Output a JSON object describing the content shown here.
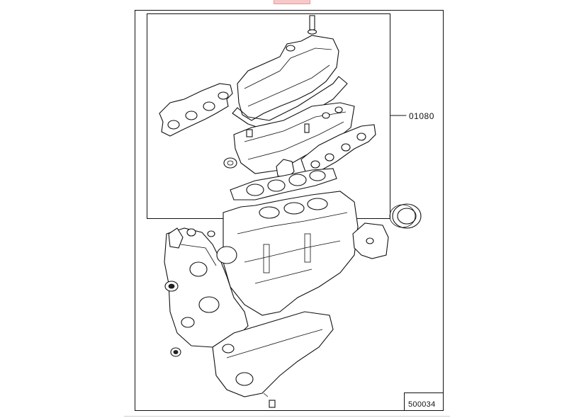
{
  "diagram": {
    "callout_part_number": "01080",
    "reference_number": "500034"
  },
  "colors": {
    "line": "#111111",
    "background": "#ffffff",
    "tab_highlight": "#f6c9c9"
  },
  "icons": [
    "gasket-kit-illustration",
    "engine-block-illustration"
  ]
}
